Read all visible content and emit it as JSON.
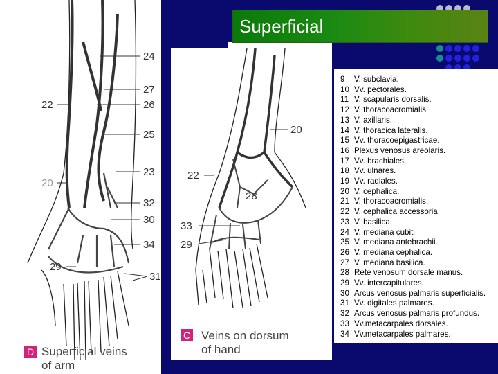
{
  "slide": {
    "title": "Superficial",
    "dot_colors": {
      "grey": "#b9b9c9",
      "blue": "#2222dd",
      "teal": "#178c8c"
    }
  },
  "figure_d": {
    "badge": "D",
    "caption_line1": "Superficial veins",
    "caption_line2": "of arm",
    "callouts": {
      "c24": "24",
      "c27": "27",
      "c22": "22",
      "c26": "26",
      "c25": "25",
      "c23": "23",
      "c20": "20",
      "c32": "32",
      "c30": "30",
      "c34": "34",
      "c29": "29",
      "c31": "31"
    }
  },
  "figure_c": {
    "badge": "C",
    "caption_line1": "Veins on dorsum",
    "caption_line2": "of hand",
    "callouts": {
      "c20": "20",
      "c22": "22",
      "c28": "28",
      "c33": "33",
      "c29": "29"
    }
  },
  "legend": {
    "items": [
      {
        "num": "9",
        "text": "V. subclavia."
      },
      {
        "num": "10",
        "text": "Vv. pectorales."
      },
      {
        "num": "11",
        "text": "V. scapularis dorsalis."
      },
      {
        "num": "12",
        "text": "V. thoracoacromialis"
      },
      {
        "num": "13",
        "text": "V. axillaris."
      },
      {
        "num": "14",
        "text": "V. thoracica lateralis."
      },
      {
        "num": "15",
        "text": "Vv. thoracoepigastricae."
      },
      {
        "num": "16",
        "text": "Plexus venosus areolaris."
      },
      {
        "num": "17",
        "text": "Vv. brachiales."
      },
      {
        "num": "18",
        "text": "Vv. ulnares."
      },
      {
        "num": "19",
        "text": "Vv. radiales."
      },
      {
        "num": "20",
        "text": "V. cephalica."
      },
      {
        "num": "21",
        "text": "V. thoracoacromialis."
      },
      {
        "num": "22",
        "text": "V. cephalica accessoria"
      },
      {
        "num": "23",
        "text": "V. basilica."
      },
      {
        "num": "24",
        "text": "V. mediana cubiti."
      },
      {
        "num": "25",
        "text": "V. mediana antebrachii."
      },
      {
        "num": "26",
        "text": "V. mediana cephalica."
      },
      {
        "num": "27",
        "text": "V. mediana basilica."
      },
      {
        "num": "28",
        "text": "Rete venosum dorsale manus."
      },
      {
        "num": "29",
        "text": "Vv. intercapitulares."
      },
      {
        "num": "30",
        "text": "Arcus venosus palmaris superficialis."
      },
      {
        "num": "31",
        "text": "Vv. digitales palmares."
      },
      {
        "num": "32",
        "text": "Arcus venosus palmaris profundus."
      },
      {
        "num": "33",
        "text": "Vv.metacarpales dorsales."
      },
      {
        "num": "34",
        "text": "Vv.metacarpales palmares."
      }
    ]
  }
}
